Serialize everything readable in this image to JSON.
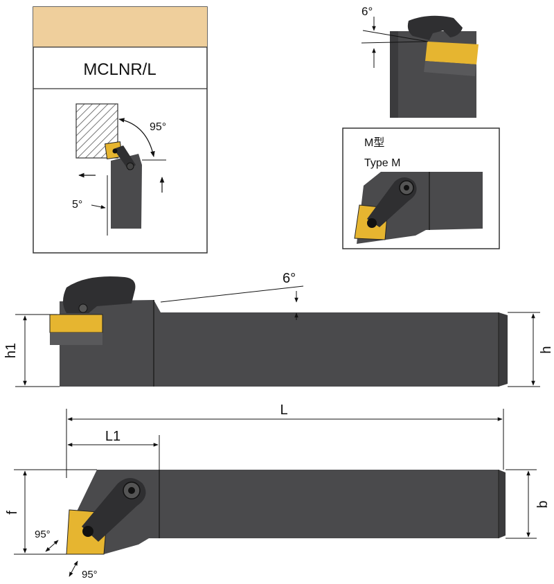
{
  "colors": {
    "tool_body": "#4a4a4c",
    "tool_body_dark": "#3b3b3d",
    "clamp": "#2f2f31",
    "insert": "#e6b530",
    "header_band": "#efcf9c",
    "line": "#111111",
    "frame": "#333333"
  },
  "icons": [
    "hatched-workpiece",
    "rotation-arrow",
    "feed-arrow",
    "clamp-screw"
  ],
  "model_box": {
    "model": "MCLNR/L",
    "approach_angle": "95°",
    "clearance_angle": "5°"
  },
  "inclination_detail": {
    "angle": "6°"
  },
  "type_box": {
    "type_cn": "M型",
    "type_en": "Type M"
  },
  "side_view": {
    "angle": "6°",
    "dim_h1": "h1",
    "dim_h": "h"
  },
  "top_view": {
    "dim_L": "L",
    "dim_L1": "L1",
    "dim_f": "f",
    "dim_b": "b",
    "angle_lead": "95°",
    "angle_side": "95°"
  }
}
